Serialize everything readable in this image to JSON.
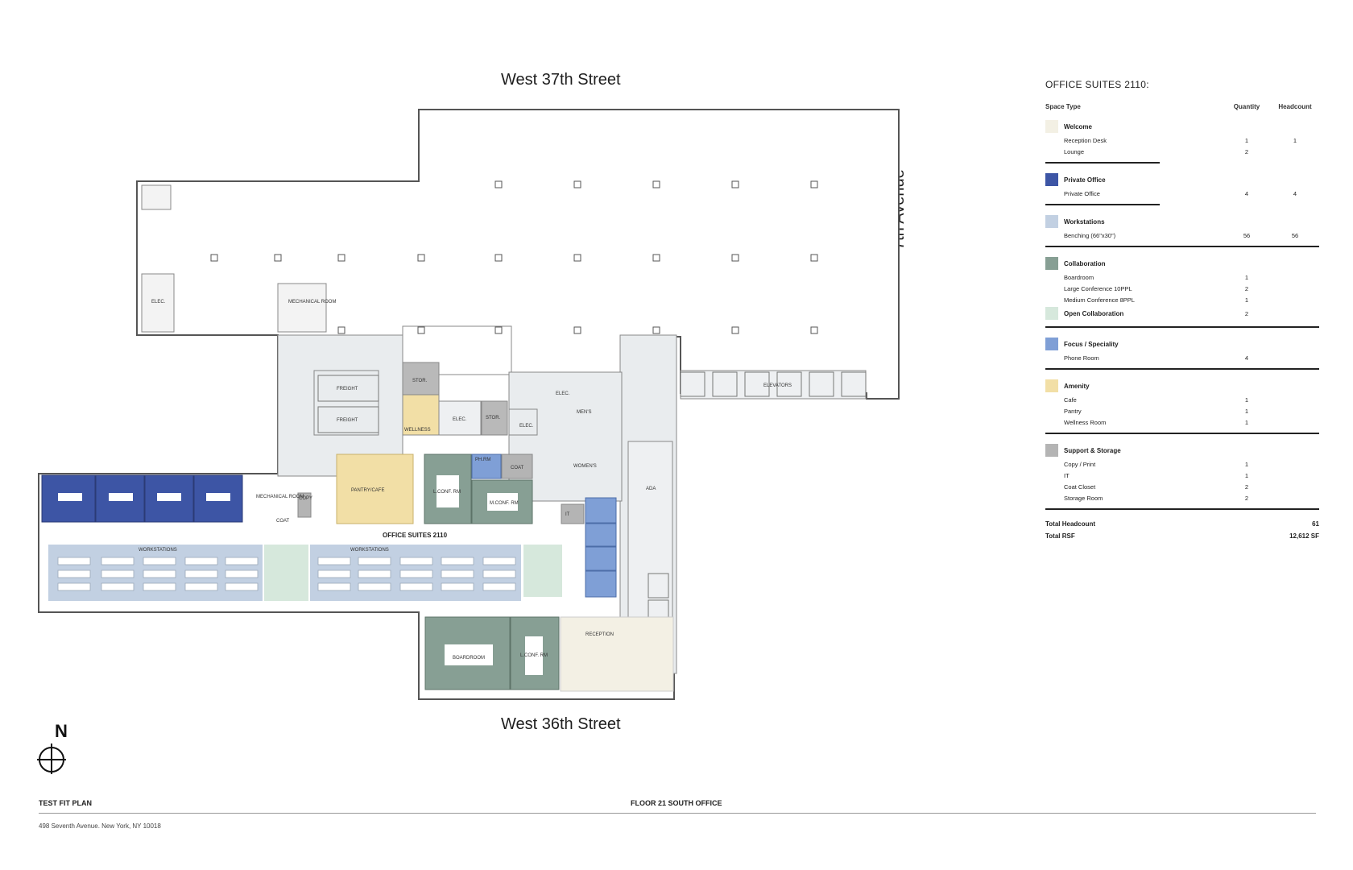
{
  "streets": {
    "north": "West 37th Street",
    "south": "West 36th Street",
    "east": "7th Avenue"
  },
  "plan_labels": {
    "mechanical_room_top": "MECHANICAL ROOM",
    "elec_left": "ELEC.",
    "freight": "FREIGHT",
    "stor": "STOR.",
    "wellness": "WELLNESS",
    "elec": "ELEC.",
    "elevators": "ELEVATORS",
    "mens": "MEN'S",
    "womens": "WOMEN'S",
    "ada": "ADA",
    "pantry_cafe": "PANTRY/CAFE",
    "l_conf_rm": "L.CONF. RM",
    "m_conf_rm": "M.CONF. RM",
    "ph_rm": "PH.RM",
    "coat": "COAT",
    "it": "IT",
    "mechanical_room_left": "MECHANICAL ROOM",
    "copy": "COPY",
    "suite_name": "OFFICE SUITES 2110",
    "workstations": "WORKSTATIONS",
    "reception": "RECEPTION",
    "boardroom": "BOARDROOM"
  },
  "legend": {
    "title": "OFFICE SUITES 2110:",
    "col_space": "Space Type",
    "col_qty": "Quantity",
    "col_head": "Headcount",
    "groups": [
      {
        "name": "Welcome",
        "color": "#f3f0e4",
        "rows": [
          {
            "label": "Reception Desk",
            "qty": "1",
            "head": "1"
          },
          {
            "label": "Lounge",
            "qty": "2",
            "head": ""
          }
        ]
      },
      {
        "name": "Private Office",
        "color": "#3d55a5",
        "rows": [
          {
            "label": "Private Office",
            "qty": "4",
            "head": "4"
          }
        ]
      },
      {
        "name": "Workstations",
        "color": "#c2d0e2",
        "rows": [
          {
            "label": "Benching (66\"x30\")",
            "qty": "56",
            "head": "56"
          }
        ]
      },
      {
        "name": "Collaboration",
        "color": "#879f94",
        "rows": [
          {
            "label": "Boardroom",
            "qty": "1",
            "head": ""
          },
          {
            "label": "Large Conference 10PPL",
            "qty": "2",
            "head": ""
          },
          {
            "label": "Medium Conference 8PPL",
            "qty": "1",
            "head": ""
          }
        ]
      },
      {
        "name": "Open Collaboration",
        "color": "#d6e8dc",
        "rows": [],
        "qty": "2"
      },
      {
        "name": "Focus / Speciality",
        "color": "#7f9fd6",
        "rows": [
          {
            "label": "Phone Room",
            "qty": "4",
            "head": ""
          }
        ]
      },
      {
        "name": "Amenity",
        "color": "#f2dfa6",
        "rows": [
          {
            "label": "Cafe",
            "qty": "1",
            "head": ""
          },
          {
            "label": "Pantry",
            "qty": "1",
            "head": ""
          },
          {
            "label": "Wellness Room",
            "qty": "1",
            "head": ""
          }
        ]
      },
      {
        "name": "Support & Storage",
        "color": "#b4b4b4",
        "rows": [
          {
            "label": "Copy / Print",
            "qty": "1",
            "head": ""
          },
          {
            "label": "IT",
            "qty": "1",
            "head": ""
          },
          {
            "label": "Coat Closet",
            "qty": "2",
            "head": ""
          },
          {
            "label": "Storage Room",
            "qty": "2",
            "head": ""
          }
        ]
      }
    ],
    "total_headcount_label": "Total Headcount",
    "total_headcount": "61",
    "total_rsf_label": "Total RSF",
    "total_rsf": "12,612 SF"
  },
  "footer": {
    "left": "TEST FIT PLAN",
    "center": "FLOOR 21 SOUTH OFFICE",
    "address": "498 Seventh Avenue. New York, NY 10018"
  },
  "north_label": "N"
}
